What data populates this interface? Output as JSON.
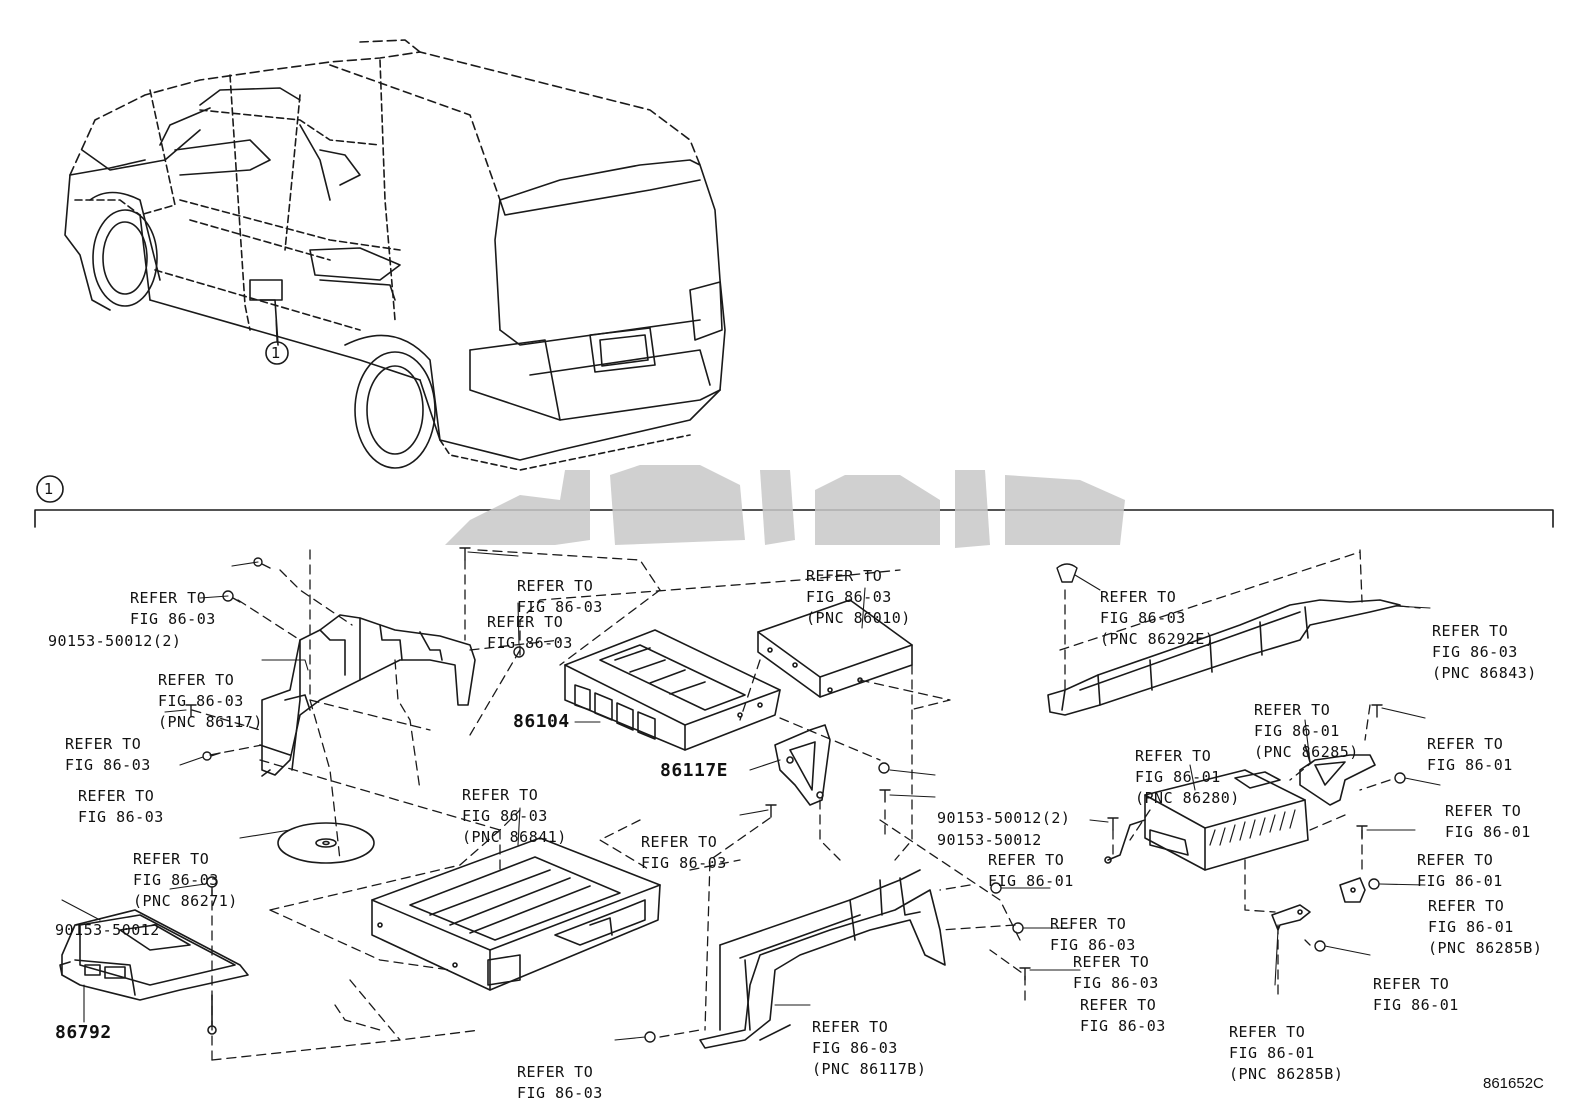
{
  "overview": {
    "callout_number": "1"
  },
  "section": {
    "callout_number": "1"
  },
  "labels": [
    {
      "id": "ref-tl-a",
      "lines": [
        "REFER TO",
        "FIG 86-03"
      ]
    },
    {
      "id": "bolt-tl",
      "lines": [
        "90153-50012(2)"
      ]
    },
    {
      "id": "ref-86117",
      "lines": [
        "REFER TO",
        "FIG 86-03",
        "(PNC 86117)"
      ]
    },
    {
      "id": "ref-l-b",
      "lines": [
        "REFER TO",
        "FIG 86-03"
      ]
    },
    {
      "id": "ref-l-c",
      "lines": [
        "REFER TO",
        "FIG 86-03"
      ]
    },
    {
      "id": "ref-86271",
      "lines": [
        "REFER TO",
        "FIG 86-03",
        "(PNC 86271)"
      ]
    },
    {
      "id": "bolt-l",
      "lines": [
        "90153-50012"
      ]
    },
    {
      "id": "ref-top-c1",
      "lines": [
        "REFER TO",
        "FIG 86-03"
      ]
    },
    {
      "id": "ref-top-c2",
      "lines": [
        "REFER TO",
        "FIG 86-03"
      ]
    },
    {
      "id": "ref-86010",
      "lines": [
        "REFER TO",
        "FIG 86-03",
        "(PNC 86010)"
      ]
    },
    {
      "id": "ref-86841",
      "lines": [
        "REFER TO",
        "FIG 86-03",
        "(PNC 86841)"
      ]
    },
    {
      "id": "ref-c-mid",
      "lines": [
        "REFER TO",
        "FIG 86-03"
      ]
    },
    {
      "id": "bolt-c1",
      "lines": [
        "90153-50012(2)"
      ]
    },
    {
      "id": "bolt-c2",
      "lines": [
        "90153-50012"
      ]
    },
    {
      "id": "ref-86292e",
      "lines": [
        "REFER TO",
        "FIG 86-03",
        "(PNC 86292E)"
      ]
    },
    {
      "id": "ref-86843",
      "lines": [
        "REFER TO",
        "FIG 86-03",
        "(PNC 86843)"
      ]
    },
    {
      "id": "ref-86285",
      "lines": [
        "REFER TO",
        "FIG 86-01",
        "(PNC 86285)"
      ]
    },
    {
      "id": "ref-86280",
      "lines": [
        "REFER TO",
        "FIG 86-01",
        "(PNC 86280)"
      ]
    },
    {
      "id": "ref-r-a",
      "lines": [
        "REFER TO",
        "FIG 86-01"
      ]
    },
    {
      "id": "ref-r-b",
      "lines": [
        "REFER TO",
        "FIG 86-01"
      ]
    },
    {
      "id": "ref-r-c",
      "lines": [
        "REFER TO",
        "FIG 86-01"
      ]
    },
    {
      "id": "ref-r-d",
      "lines": [
        "REFER TO",
        "FIG 86-01"
      ]
    },
    {
      "id": "ref-86285b-r",
      "lines": [
        "REFER TO",
        "FIG 86-01",
        "(PNC 86285B)"
      ]
    },
    {
      "id": "ref-r-e",
      "lines": [
        "REFER TO",
        "FIG 86-01"
      ]
    },
    {
      "id": "ref-86285b-b",
      "lines": [
        "REFER TO",
        "FIG 86-01",
        "(PNC 86285B)"
      ]
    },
    {
      "id": "ref-cb-1",
      "lines": [
        "REFER TO",
        "FIG 86-03"
      ]
    },
    {
      "id": "ref-cb-2",
      "lines": [
        "REFER TO",
        "FIG 86-03"
      ]
    },
    {
      "id": "ref-cb-3",
      "lines": [
        "REFER TO",
        "FIG 86-03"
      ]
    },
    {
      "id": "ref-86117b",
      "lines": [
        "REFER TO",
        "FIG 86-03",
        "(PNC 86117B)"
      ]
    },
    {
      "id": "ref-bot-l",
      "lines": [
        "REFER TO",
        "FIG 86-03"
      ]
    }
  ],
  "part_numbers": {
    "p86104": "86104",
    "p86117e": "86117E",
    "p86792": "86792"
  },
  "illustration_code": "861652C",
  "colors": {
    "line": "#1a1a1a",
    "watermark": "#c8c8c8"
  }
}
